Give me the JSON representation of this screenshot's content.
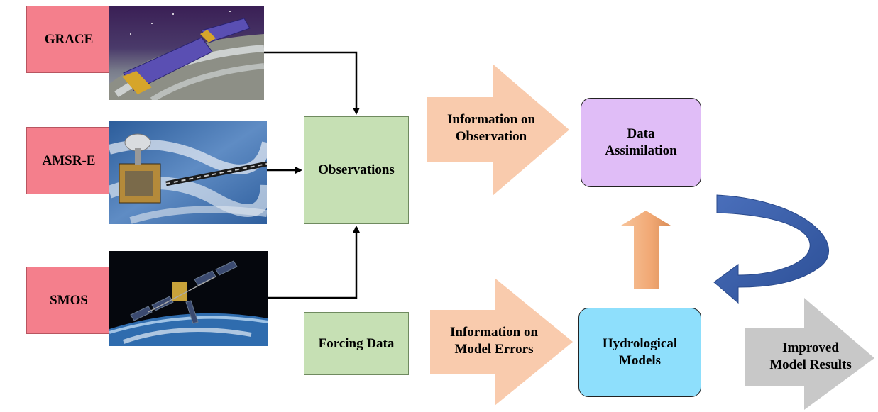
{
  "sources": {
    "grace": "GRACE",
    "amsre": "AMSR-E",
    "smos": "SMOS"
  },
  "images": {
    "grace": "grace-satellite-photo",
    "amsre": "amsr-e-satellite-photo",
    "smos": "smos-satellite-photo"
  },
  "observations": "Observations",
  "forcing": "Forcing Data",
  "arrows": {
    "info_obs_1": "Information on",
    "info_obs_2": "Observation",
    "info_err_1": "Information on",
    "info_err_2": "Model Errors",
    "improved_1": "Improved",
    "improved_2": "Model Results"
  },
  "data_assimilation": {
    "line1": "Data",
    "line2": "Assimilation"
  },
  "hydro": {
    "line1": "Hydrological",
    "line2": "Models"
  },
  "colors": {
    "source_box": "#f47f8c",
    "green_box": "#c6e0b4",
    "info_arrow": "#f9cbad",
    "assimilation_box": "#e0bdf7",
    "hydro_box": "#8edffc",
    "improved_arrow": "#c8c8c8",
    "curved_arrow": "#3a5ea8",
    "up_arrow": "#f4b183"
  }
}
